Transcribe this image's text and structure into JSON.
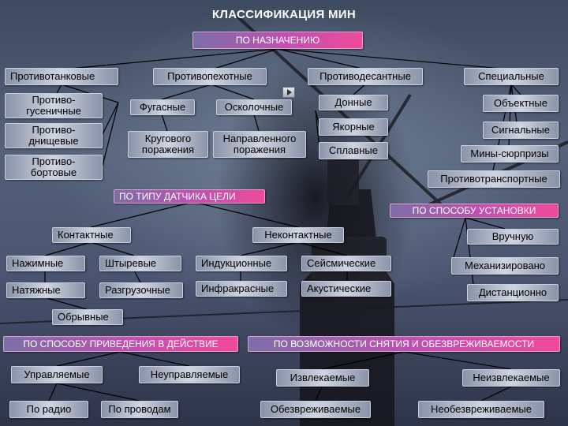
{
  "title": "КЛАССИФИКАЦИЯ МИН",
  "purpose": {
    "header": "ПО НАЗНАЧЕНИЮ",
    "antitank": {
      "label": "Противотанковые",
      "items": [
        "Противо-\nгусеничные",
        "Противо-\nднищевые",
        "Противо-\nбортовые"
      ]
    },
    "antipersonnel": {
      "label": "Противопехотные",
      "items": [
        "Фугасные",
        "Осколочные",
        "Кругового\nпоражения",
        "Направленного\nпоражения"
      ]
    },
    "antilanding": {
      "label": "Противодесантные",
      "items": [
        "Донные",
        "Якорные",
        "Сплавные"
      ]
    },
    "special": {
      "label": "Специальные",
      "items": [
        "Объектные",
        "Сигнальные",
        "Мины-сюрпризы",
        "Противотранспортные"
      ]
    }
  },
  "sensor": {
    "header": "ПО ТИПУ ДАТЧИКА ЦЕЛИ",
    "contact": {
      "label": "Контактные",
      "items": [
        "Нажимные",
        "Натяжные",
        "Штыревые",
        "Разгрузочные",
        "Обрывные"
      ]
    },
    "noncontact": {
      "label": "Неконтактные",
      "items": [
        "Индукционные",
        "Инфракрасные",
        "Сейсмические",
        "Акустические"
      ]
    }
  },
  "installation": {
    "header": "ПО СПОСОБУ УСТАНОВКИ",
    "items": [
      "Вручную",
      "Механизировано",
      "Дистанционно"
    ]
  },
  "activation": {
    "header": "ПО СПОСОБУ ПРИВЕДЕНИЯ В ДЕЙСТВИЕ",
    "controlled": {
      "label": "Управляемые",
      "items": [
        "По радио",
        "По проводам"
      ]
    },
    "uncontrolled": {
      "label": "Неуправляемые"
    }
  },
  "removal": {
    "header": "ПО ВОЗМОЖНОСТИ СНЯТИЯ И ОБЕЗВРЕЖИВАЕМОСТИ",
    "retrievable": {
      "label": "Извлекаемые"
    },
    "nonretrievable": {
      "label": "Неизвлекаемые"
    },
    "items": [
      "Обезвреживаемые",
      "Необезвреживаемые"
    ]
  },
  "colors": {
    "header_gradient_start": "#7c6fa8",
    "header_gradient_end": "#f04a9a",
    "box_center": "#cfd5e2",
    "box_edge": "#8a93a8",
    "connector": "#000000"
  },
  "icons": {
    "play": "play-button-icon"
  }
}
